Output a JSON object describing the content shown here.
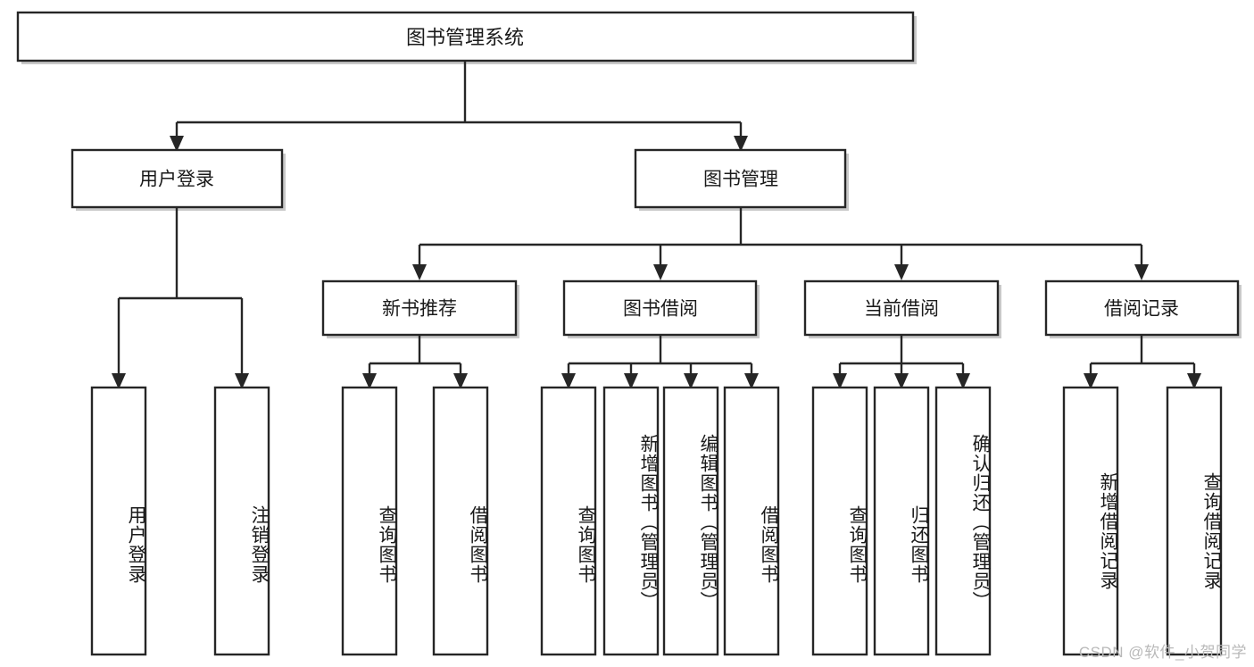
{
  "diagram": {
    "type": "tree-hierarchy-chart",
    "title": "图书管理系统",
    "root": {
      "label": "图书管理系统",
      "level": 1
    },
    "level2": [
      {
        "id": "user-login",
        "label": "用户登录"
      },
      {
        "id": "book-management",
        "label": "图书管理"
      }
    ],
    "level3": [
      {
        "id": "new-book-recommend",
        "label": "新书推荐",
        "parent": "book-management"
      },
      {
        "id": "book-borrow",
        "label": "图书借阅",
        "parent": "book-management"
      },
      {
        "id": "current-borrow",
        "label": "当前借阅",
        "parent": "book-management"
      },
      {
        "id": "borrow-record",
        "label": "借阅记录",
        "parent": "book-management"
      }
    ],
    "leaves": {
      "user-login": [
        {
          "id": "leaf-user-login",
          "label": "用户登录"
        },
        {
          "id": "leaf-logout-login",
          "label": "注销登录"
        }
      ],
      "new-book-recommend": [
        {
          "id": "leaf-query-book-1",
          "label": "查询图书"
        },
        {
          "id": "leaf-borrow-book-1",
          "label": "借阅图书"
        }
      ],
      "book-borrow": [
        {
          "id": "leaf-query-book-2",
          "label": "查询图书"
        },
        {
          "id": "leaf-add-book-admin",
          "label": "新增图书（管理员）"
        },
        {
          "id": "leaf-edit-book-admin",
          "label": "编辑图书（管理员）"
        },
        {
          "id": "leaf-borrow-book-2",
          "label": "借阅图书"
        }
      ],
      "current-borrow": [
        {
          "id": "leaf-query-book-3",
          "label": "查询图书"
        },
        {
          "id": "leaf-return-book",
          "label": "归还图书"
        },
        {
          "id": "leaf-confirm-return-admin",
          "label": "确认归还（管理员）"
        }
      ],
      "borrow-record": [
        {
          "id": "leaf-add-borrow-record",
          "label": "新增借阅记录"
        },
        {
          "id": "leaf-query-borrow-record",
          "label": "查询借阅记录"
        }
      ]
    }
  },
  "watermark": {
    "text": "CSDN @软件_小贺同学"
  },
  "colors": {
    "box_stroke": "#262626",
    "box_fill": "#ffffff",
    "text": "#1a1a1a",
    "connector": "#262626",
    "watermark": "#b9b9b9",
    "background": "#ffffff"
  }
}
